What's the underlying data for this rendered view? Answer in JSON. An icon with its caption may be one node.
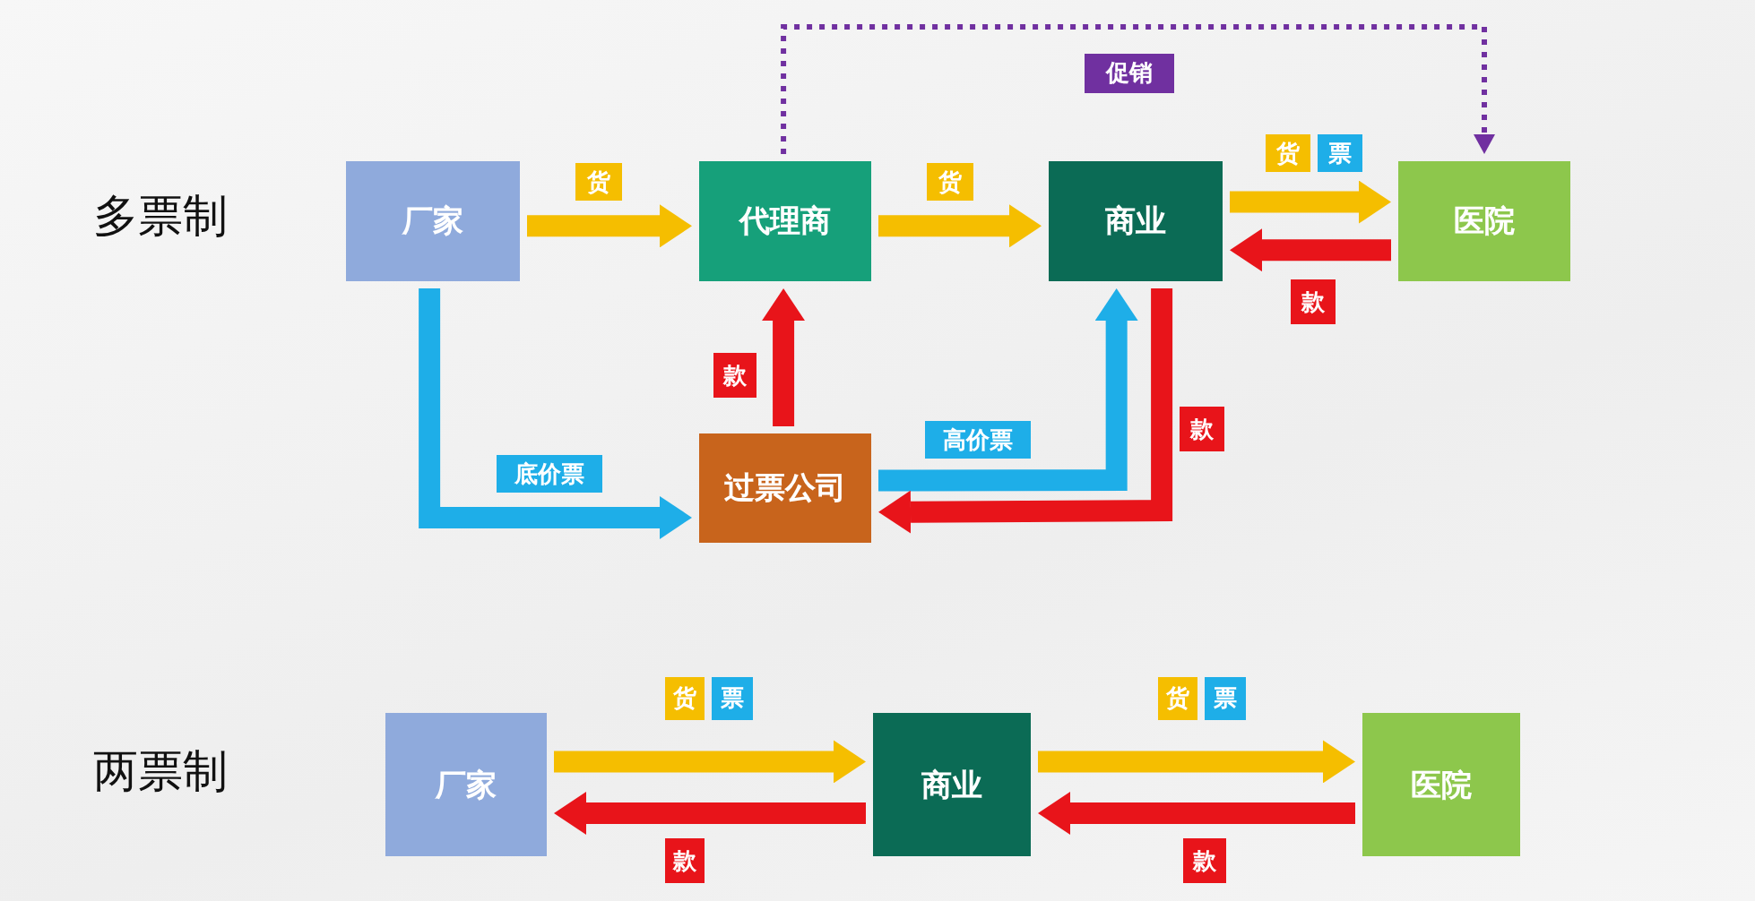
{
  "diagram": {
    "nodes": [
      {
        "text": [
          "厂家"
        ]
      },
      {
        "text": [
          "代理商"
        ]
      },
      {
        "text": [
          "商业"
        ]
      },
      {
        "text": [
          "医院"
        ]
      },
      {
        "text": [
          "过票公司"
        ]
      },
      {
        "text": [
          "厂家"
        ]
      },
      {
        "text": [
          "商业"
        ]
      },
      {
        "text": [
          "医院"
        ]
      }
    ],
    "edges": [
      {
        "from": 0,
        "to": 1,
        "arrow": "to",
        "color": "#f5be00"
      },
      {
        "from": 1,
        "to": 2,
        "arrow": "to",
        "color": "#f5be00"
      },
      {
        "from": 2,
        "to": 3,
        "arrow": "to",
        "color": "#f5be00"
      },
      {
        "from": 3,
        "to": 2,
        "arrow": "to",
        "color": "#e8141a"
      },
      {
        "from": 1,
        "to": 3,
        "arrow": "to",
        "style": "dashed",
        "color": "#7030a0"
      },
      {
        "from": 0,
        "to": 4,
        "arrow": "to",
        "color": "#1eaee8"
      },
      {
        "from": 4,
        "to": 1,
        "arrow": "to",
        "color": "#e8141a"
      },
      {
        "from": 4,
        "to": 2,
        "arrow": "to",
        "color": "#1eaee8"
      },
      {
        "from": 2,
        "to": 4,
        "arrow": "to",
        "color": "#e8141a"
      },
      {
        "from": 5,
        "to": 6,
        "arrow": "to",
        "color": "#f5be00"
      },
      {
        "from": 6,
        "to": 5,
        "arrow": "to",
        "color": "#e8141a"
      },
      {
        "from": 6,
        "to": 7,
        "arrow": "to",
        "color": "#f5be00"
      },
      {
        "from": 7,
        "to": 6,
        "arrow": "to",
        "color": "#e8141a"
      }
    ],
    "labels": [
      "促销",
      "货",
      "票",
      "货",
      "货",
      "多票制",
      "款",
      "款",
      "款",
      "高价票",
      "底价票",
      "货",
      "票",
      "货",
      "票",
      "两票制",
      "款",
      "款"
    ]
  }
}
